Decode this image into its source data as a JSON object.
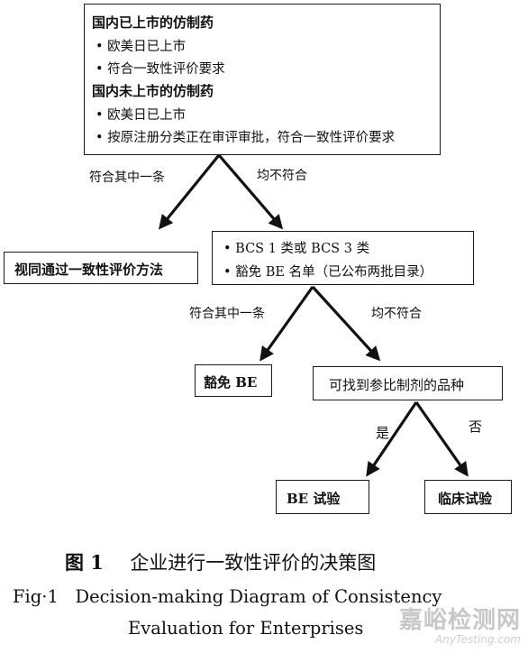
{
  "top_box": {
    "heading_1": "国内已上市的仿制药",
    "bullet_1": "• 欧美日已上市",
    "bullet_2": "• 符合一致性评价要求",
    "heading_2": "国内未上市的仿制药",
    "bullet_3": "• 欧美日已上市",
    "bullet_4": "• 按原注册分类正在审评审批，符合一致性评价要求"
  },
  "edge_labels": {
    "left_1": "符合其中一条",
    "right_1": "均不符合",
    "left_2": "符合其中一条",
    "right_2": "均不符合",
    "left_3": "是",
    "right_3": "否"
  },
  "left_outcome": "视同通过一致性评价方法",
  "middle_box": {
    "line_1": "• BCS 1 类或 BCS 3 类",
    "line_2": "• 豁免 BE 名单（已公布两批目录）"
  },
  "waive_box": "豁免 BE",
  "reference_box": "可找到参比制剂的品种",
  "be_trial_box": "BE 试验",
  "clinical_trial_box": "临床试验",
  "caption": {
    "cn_prefix": "图 1",
    "cn_title": "企业进行一致性评价的决策图",
    "en_line_1": "Fig·1   Decision-making Diagram of Consistency",
    "en_line_2": "Evaluation for Enterprises"
  },
  "watermark": {
    "cn": "嘉峪检测网",
    "en": "AnyTesting.com"
  }
}
